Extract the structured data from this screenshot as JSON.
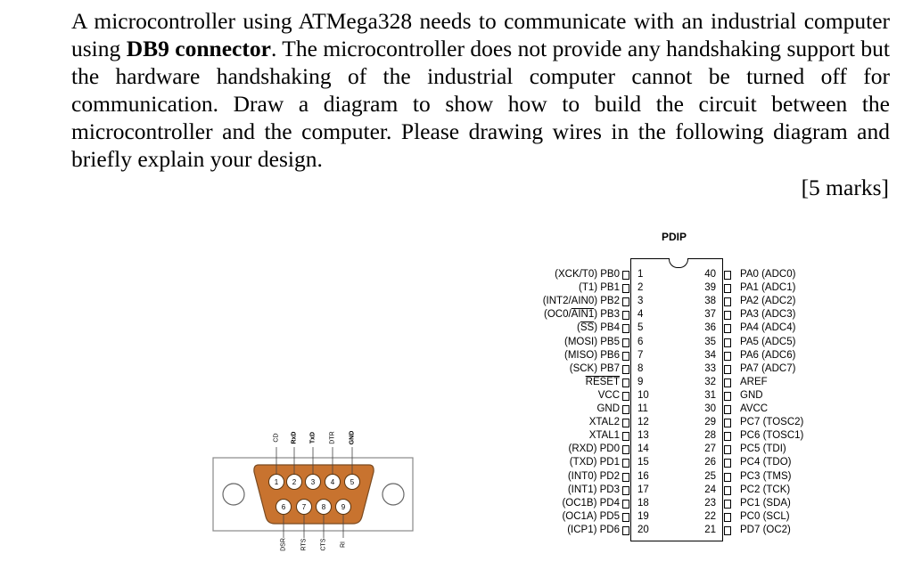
{
  "question": {
    "part1": "A microcontroller using ATMega328 needs to communicate with an industrial computer using ",
    "bold": "DB9 connector",
    "part2": ". The microcontroller does not provide any handshaking support but the hardware handshaking of the industrial computer cannot be turned off for communication. Draw a diagram to show how to build the circuit between the microcontroller and the computer. Please drawing wires in the following diagram and briefly explain your design.",
    "marks": "[5 marks]"
  },
  "db9": {
    "top_labels": [
      "CD",
      "RxD",
      "TxD",
      "DTR",
      "GND"
    ],
    "bottom_labels": [
      "DSR",
      "RTS",
      "CTS",
      "RI"
    ],
    "top_pins": [
      "1",
      "2",
      "3",
      "4",
      "5"
    ],
    "bottom_pins": [
      "6",
      "7",
      "8",
      "9"
    ],
    "colors": {
      "body": "#c8732f",
      "pin": "#ffffff"
    }
  },
  "chip": {
    "title": "PDIP",
    "left_pins": [
      {
        "num": "1",
        "name": "(XCK/T0) PB0"
      },
      {
        "num": "2",
        "name": "(T1) PB1"
      },
      {
        "num": "3",
        "name": "(INT2/AIN0) PB2"
      },
      {
        "num": "4",
        "name": "(OC0/AIN1) PB3"
      },
      {
        "num": "5",
        "name": "(SS) PB4"
      },
      {
        "num": "6",
        "name": "(MOSI) PB5"
      },
      {
        "num": "7",
        "name": "(MISO) PB6"
      },
      {
        "num": "8",
        "name": "(SCK) PB7"
      },
      {
        "num": "9",
        "name": "RESET"
      },
      {
        "num": "10",
        "name": "VCC"
      },
      {
        "num": "11",
        "name": "GND"
      },
      {
        "num": "12",
        "name": "XTAL2"
      },
      {
        "num": "13",
        "name": "XTAL1"
      },
      {
        "num": "14",
        "name": "(RXD) PD0"
      },
      {
        "num": "15",
        "name": "(TXD) PD1"
      },
      {
        "num": "16",
        "name": "(INT0) PD2"
      },
      {
        "num": "17",
        "name": "(INT1) PD3"
      },
      {
        "num": "18",
        "name": "(OC1B) PD4"
      },
      {
        "num": "19",
        "name": "(OC1A) PD5"
      },
      {
        "num": "20",
        "name": "(ICP1) PD6"
      }
    ],
    "right_pins": [
      {
        "num": "40",
        "name": "PA0 (ADC0)"
      },
      {
        "num": "39",
        "name": "PA1 (ADC1)"
      },
      {
        "num": "38",
        "name": "PA2 (ADC2)"
      },
      {
        "num": "37",
        "name": "PA3 (ADC3)"
      },
      {
        "num": "36",
        "name": "PA4 (ADC4)"
      },
      {
        "num": "35",
        "name": "PA5 (ADC5)"
      },
      {
        "num": "34",
        "name": "PA6 (ADC6)"
      },
      {
        "num": "33",
        "name": "PA7 (ADC7)"
      },
      {
        "num": "32",
        "name": "AREF"
      },
      {
        "num": "31",
        "name": "GND"
      },
      {
        "num": "30",
        "name": "AVCC"
      },
      {
        "num": "29",
        "name": "PC7 (TOSC2)"
      },
      {
        "num": "28",
        "name": "PC6 (TOSC1)"
      },
      {
        "num": "27",
        "name": "PC5 (TDI)"
      },
      {
        "num": "26",
        "name": "PC4 (TDO)"
      },
      {
        "num": "25",
        "name": "PC3 (TMS)"
      },
      {
        "num": "24",
        "name": "PC2 (TCK)"
      },
      {
        "num": "23",
        "name": "PC1 (SDA)"
      },
      {
        "num": "22",
        "name": "PC0 (SCL)"
      },
      {
        "num": "21",
        "name": "PD7 (OC2)"
      }
    ]
  }
}
